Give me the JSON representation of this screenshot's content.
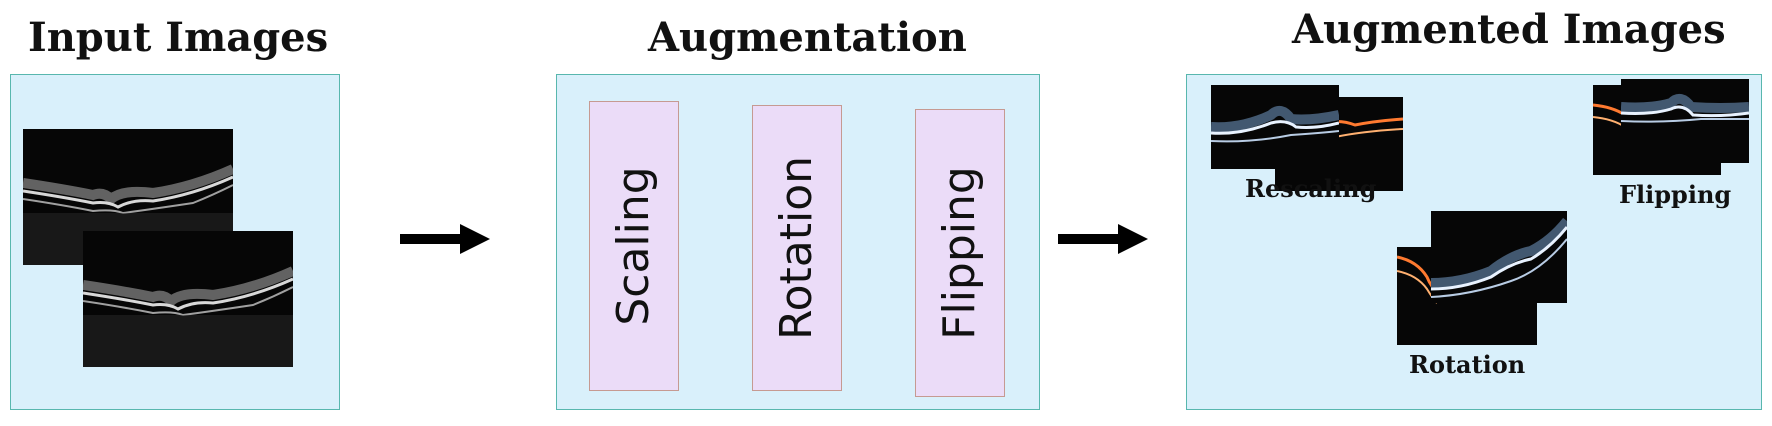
{
  "titles": {
    "input": "Input Images",
    "augmentation": "Augmentation",
    "augmented": "Augmented Images"
  },
  "augmentation_steps": [
    "Scaling",
    "Rotation",
    "Flipping"
  ],
  "output_labels": {
    "rescaling": "Rescaling",
    "flipping": "Flipping",
    "rotation": "Rotation"
  },
  "colors": {
    "panel_fill": "#d9f0fb",
    "panel_border": "#58b7ae",
    "step_fill": "#ebdcf8",
    "step_border": "#c69a92",
    "arrow": "#000000"
  }
}
